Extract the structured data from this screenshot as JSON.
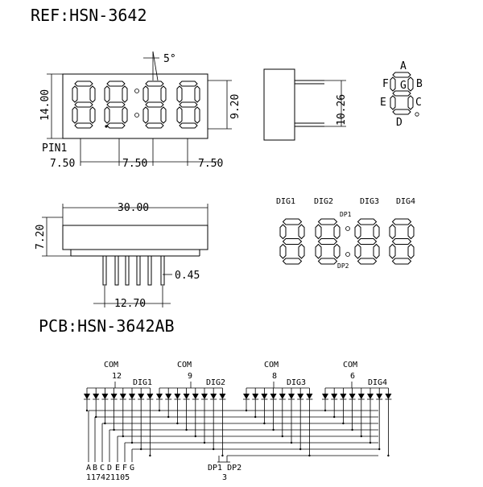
{
  "ref_title": "REF:HSN-3642",
  "pcb_title": "PCB:HSN-3642AB",
  "dims": {
    "angle": "5°",
    "height": "14.00",
    "digit_height": "9.20",
    "side_depth": "10.26",
    "pin1": "PIN1",
    "pitch_1": "7.50",
    "pitch_2": "7.50",
    "pitch_3": "7.50",
    "length": "30.00",
    "thickness": "7.20",
    "pin_width": "0.45",
    "pin_span": "12.70"
  },
  "segment_labels": {
    "a": "A",
    "b": "B",
    "c": "C",
    "d": "D",
    "e": "E",
    "f": "F",
    "g": "G"
  },
  "digits": {
    "dig1": "DIG1",
    "dig2": "DIG2",
    "dig3": "DIG3",
    "dig4": "DIG4",
    "dp1": "DP1",
    "dp2": "DP2"
  },
  "schematic": {
    "groups": [
      {
        "com": "COM",
        "pin": "12",
        "dig": "DIG1"
      },
      {
        "com": "COM",
        "pin": "9",
        "dig": "DIG2"
      },
      {
        "com": "COM",
        "pin": "8",
        "dig": "DIG3"
      },
      {
        "com": "COM",
        "pin": "6",
        "dig": "DIG4"
      }
    ],
    "seg_letters": [
      "A",
      "B",
      "C",
      "D",
      "E",
      "F",
      "G"
    ],
    "seg_pins": [
      "11",
      "7",
      "4",
      "2",
      "1",
      "10",
      "5"
    ],
    "dp_label": "DP1 DP2",
    "dp_pin": "3"
  }
}
